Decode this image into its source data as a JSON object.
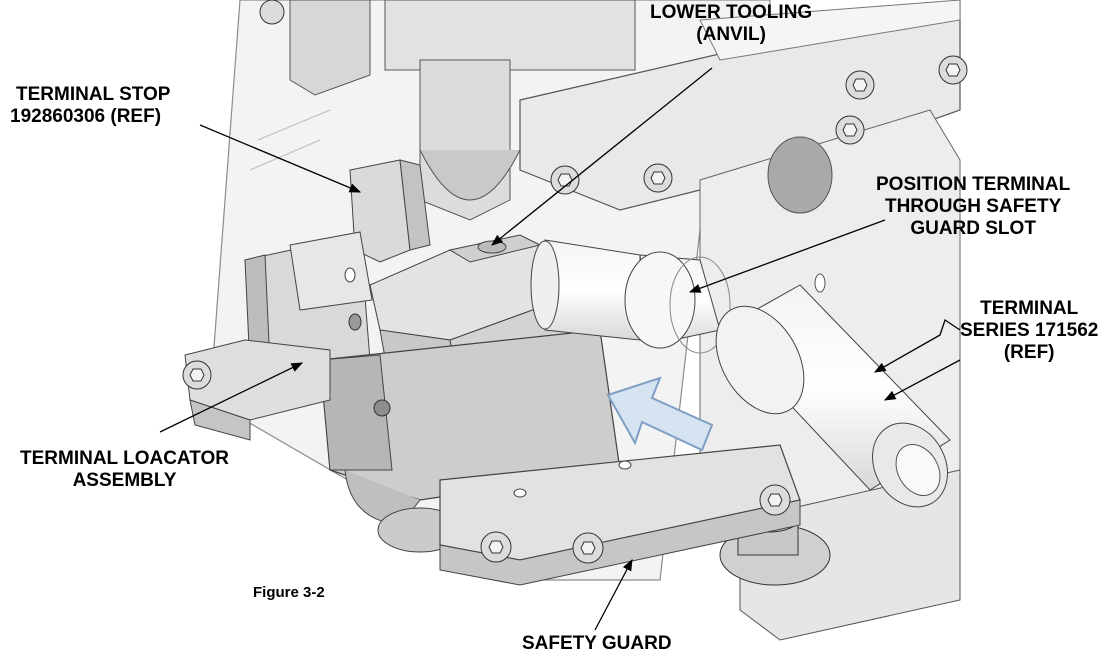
{
  "labels": {
    "lower_tooling": [
      "LOWER TOOLING",
      "(ANVIL)"
    ],
    "terminal_stop": [
      "TERMINAL STOP",
      "192860306 (REF)"
    ],
    "position_terminal": [
      "POSITION TERMINAL",
      "THROUGH SAFETY",
      "GUARD SLOT"
    ],
    "terminal_series": [
      "TERMINAL",
      "SERIES 171562",
      "(REF)"
    ],
    "terminal_locator": [
      "TERMINAL LOACATOR",
      "ASSEMBLY"
    ],
    "safety_guard": "SAFETY GUARD"
  },
  "figure_caption": "Figure 3-2",
  "colors": {
    "metal_light": "#e6e6e6",
    "metal_mid": "#cfcfcf",
    "metal_dark": "#a9a9a9",
    "guard_outline": "#9a9a9a",
    "arrow_fill": "#d6e4f2",
    "arrow_stroke": "#7f9fc4"
  }
}
